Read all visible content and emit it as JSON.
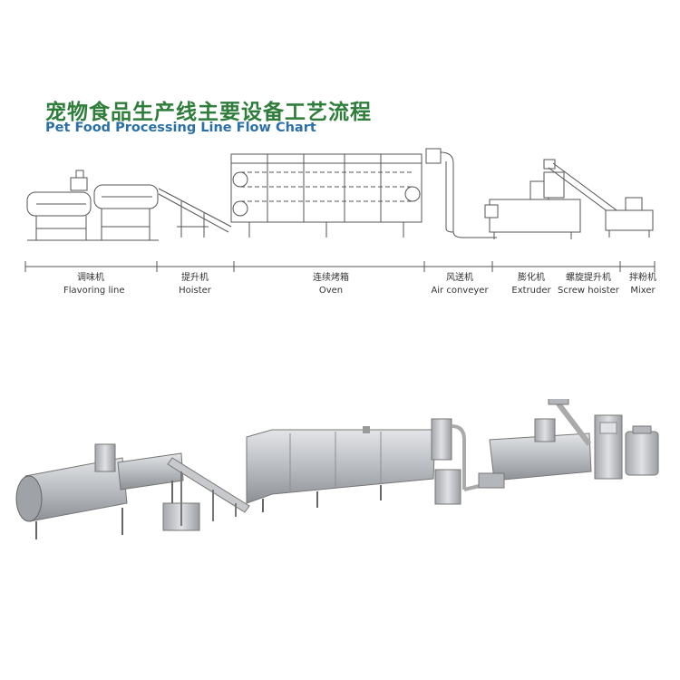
{
  "title": {
    "cn": "宠物食品生产线主要设备工艺流程",
    "en": "Pet Food Processing Line Flow Chart"
  },
  "stages": [
    {
      "cn": "调味机",
      "en": "Flavoring line"
    },
    {
      "cn": "提升机",
      "en": "Hoister"
    },
    {
      "cn": "连续烤箱",
      "en": "Oven"
    },
    {
      "cn": "风送机",
      "en": "Air conveyer"
    },
    {
      "cn": "膨化机",
      "en": "Extruder"
    },
    {
      "cn": "螺旋提升机",
      "en": "Screw hoister"
    },
    {
      "cn": "拌粉机",
      "en": "Mixer"
    }
  ],
  "colors": {
    "title_cn": "#2e7d3a",
    "title_en": "#2a6fa8",
    "machine_line": "#555555",
    "steel": "#b9bcc0"
  }
}
